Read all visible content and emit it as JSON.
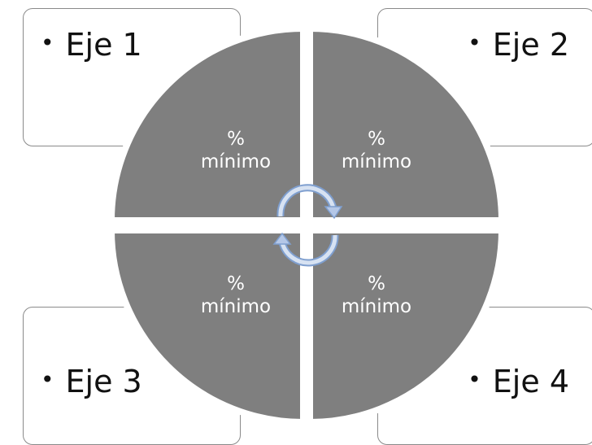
{
  "boxes": [
    {
      "bullet": "•",
      "label": "Eje 1"
    },
    {
      "bullet": "•",
      "label": "Eje 2"
    },
    {
      "bullet": "•",
      "label": "Eje 3"
    },
    {
      "bullet": "•",
      "label": "Eje 4"
    }
  ],
  "quadrants": [
    {
      "line1": "%",
      "line2": "mínimo"
    },
    {
      "line1": "%",
      "line2": "mínimo"
    },
    {
      "line1": "%",
      "line2": "mínimo"
    },
    {
      "line1": "%",
      "line2": "mínimo"
    }
  ],
  "colors": {
    "quadrant_fill": "#7f7f7f",
    "box_border": "#8a8a8a",
    "arrow_fill": "#b4c7e7",
    "arrow_stroke": "#7f9fcf"
  },
  "icons": [
    "cycle-arrows-icon"
  ]
}
